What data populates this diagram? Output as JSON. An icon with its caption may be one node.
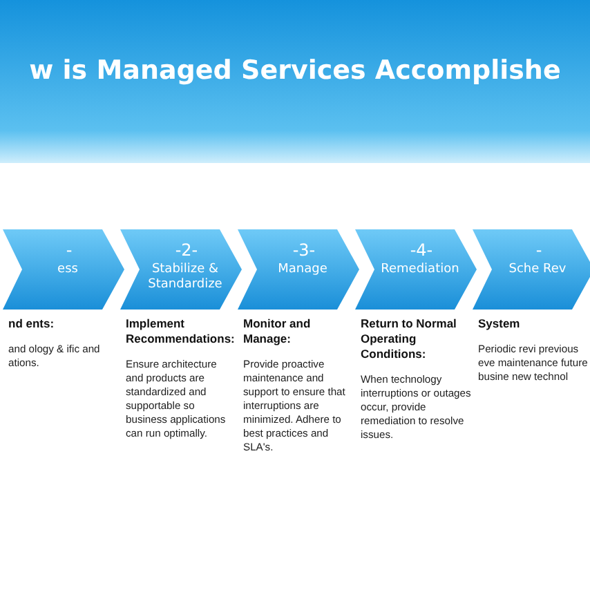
{
  "diagram": {
    "title": "w is Managed Services Accomplishe",
    "nodes": [
      {
        "text": [
          "-",
          "ess"
        ],
        "beside": [
          "nd ents:",
          "and ology & ific and ations."
        ]
      },
      {
        "text": [
          "-2-",
          "Stabilize & Standardize"
        ],
        "beside": [
          "Implement Recommendations:",
          "Ensure architecture and products are standardized and supportable so business applications can run optimally."
        ]
      },
      {
        "text": [
          "-3-",
          "Manage"
        ],
        "beside": [
          "Monitor and Manage:",
          "Provide proactive maintenance and support to ensure that interruptions are minimized. Adhere to best practices and SLA's."
        ]
      },
      {
        "text": [
          "-4-",
          "Remediation"
        ],
        "beside": [
          "Return to Normal Operating Conditions:",
          "When technology interruptions or outages occur, provide remediation to resolve issues."
        ]
      },
      {
        "text": [
          "-",
          "Sche Rev"
        ],
        "beside": [
          "System",
          "Periodic revi previous eve maintenance future busine new technol"
        ]
      }
    ]
  }
}
